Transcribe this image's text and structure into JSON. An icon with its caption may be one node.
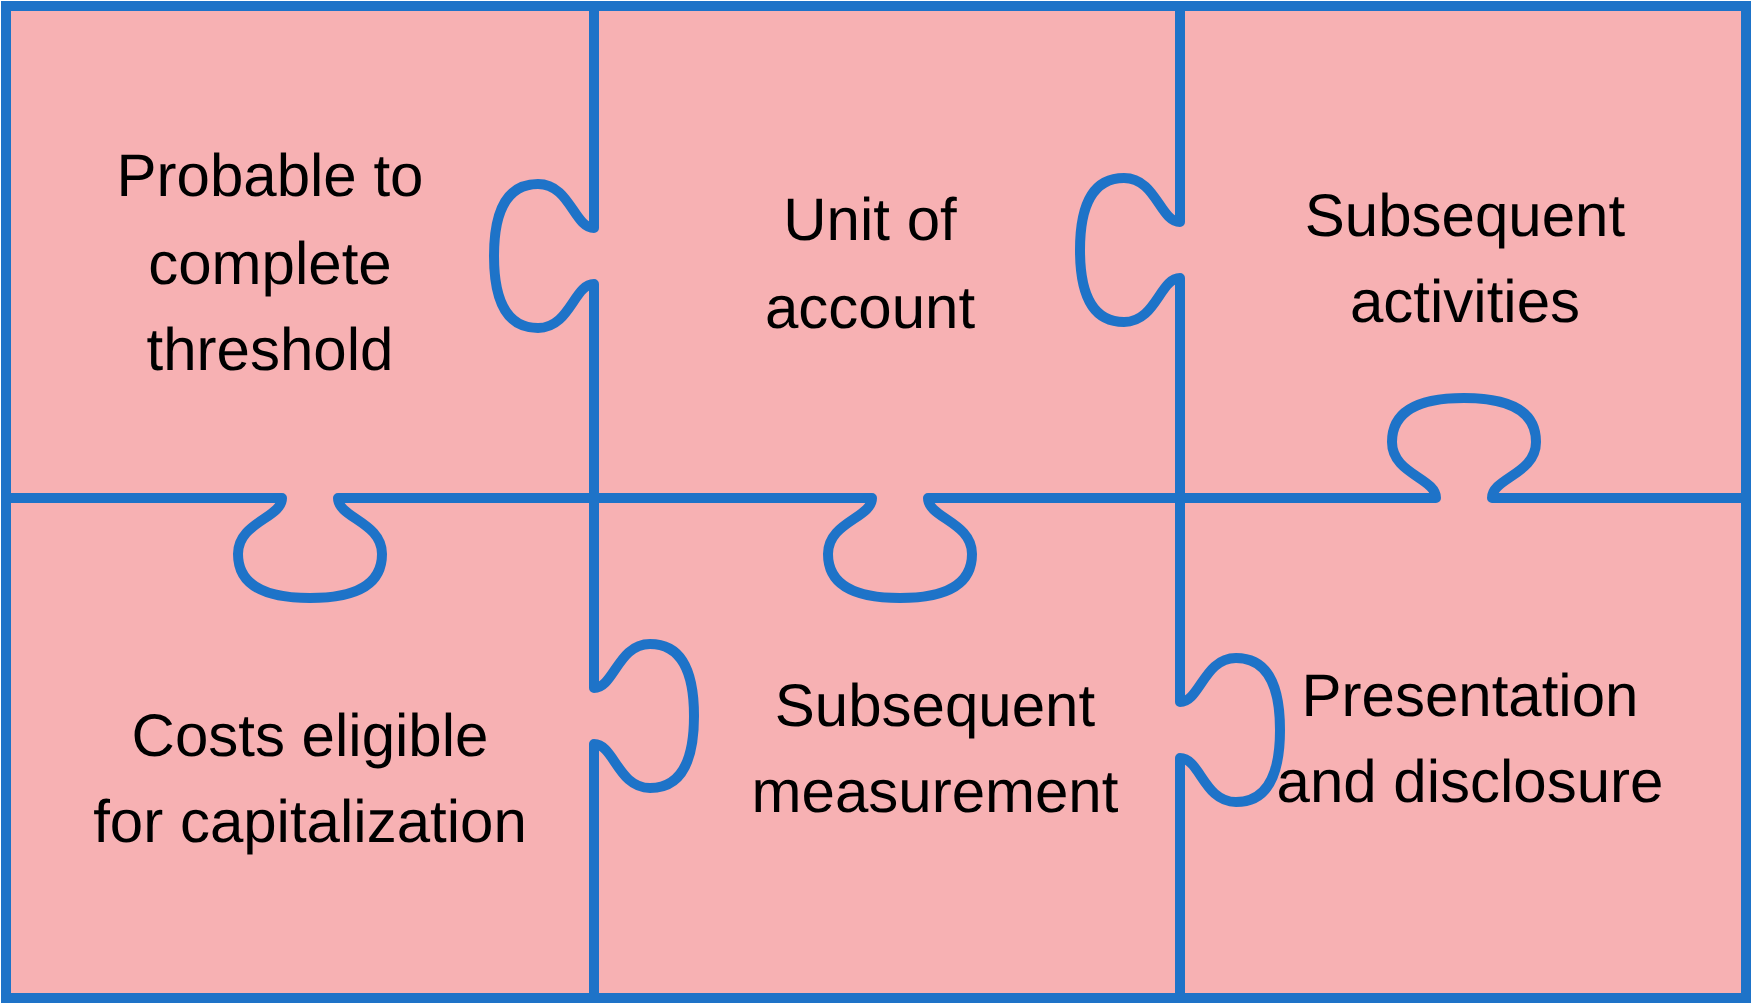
{
  "diagram": {
    "nodes": [
      {
        "text": [
          "Probable to complete threshold"
        ]
      },
      {
        "text": [
          "Unit of account"
        ]
      },
      {
        "text": [
          "Subsequent activities"
        ]
      },
      {
        "text": [
          "Costs eligible for capitalization"
        ]
      },
      {
        "text": [
          "Subsequent measurement"
        ]
      },
      {
        "text": [
          "Presentation and disclosure"
        ]
      }
    ]
  }
}
